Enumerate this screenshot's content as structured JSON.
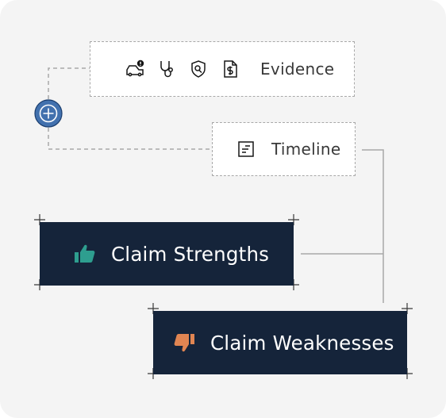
{
  "evidence_panel": {
    "label": "Evidence",
    "icons": [
      "car-alert-icon",
      "stethoscope-icon",
      "shield-search-icon",
      "dollar-document-icon"
    ]
  },
  "timeline_panel": {
    "label": "Timeline",
    "icon": "document-list-icon"
  },
  "strengths_card": {
    "label": "Claim Strengths",
    "icon": "thumbs-up-icon",
    "icon_color": "#2e9e8f"
  },
  "weaknesses_card": {
    "label": "Claim Weaknesses",
    "icon": "thumbs-down-icon",
    "icon_color": "#e08552"
  },
  "add_node_button": {
    "icon": "plus-circle-icon",
    "color": "#4271ae"
  },
  "colors": {
    "card_background": "#15243a",
    "canvas_background": "#f4f4f4",
    "connector": "#a8a8a8"
  }
}
